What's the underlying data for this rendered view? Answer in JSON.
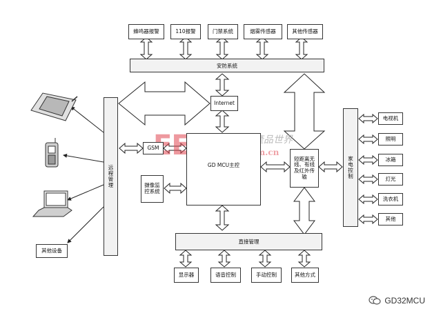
{
  "security": {
    "title": "安防系统",
    "items": [
      "蜂鸣器报警",
      "110报警",
      "门禁系统",
      "烟雾传感器",
      "其他传感器"
    ]
  },
  "internet": "Internet",
  "mcu": "GD MCU主控",
  "gsm": "GSM",
  "camera": "摄像监控系统",
  "short_range": "短距离无线、有线及红外传输",
  "home_control": {
    "title": "家电控制",
    "items": [
      "电视机",
      "照明",
      "冰箱",
      "灯光",
      "洗衣机",
      "其他"
    ]
  },
  "remote": {
    "title": "远程管理",
    "other_device": "其他设备"
  },
  "direct": {
    "title": "直接管理",
    "items": [
      "显示器",
      "语音控制",
      "手动控制",
      "其他方式"
    ]
  },
  "watermark": {
    "main": "EEPW",
    "cn": "電子產品世界",
    "site": ".com.cn"
  },
  "footer": {
    "account": "GD32MCU"
  }
}
